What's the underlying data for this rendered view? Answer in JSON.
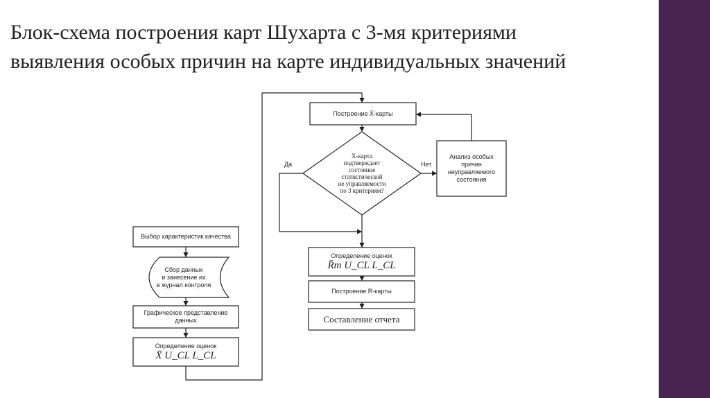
{
  "title": {
    "line1": "Блок-схема построения карт Шухарта с 3-мя критериями",
    "line2": "выявления особых причин на карте индивидуальных значений"
  },
  "flowchart": {
    "left": {
      "select": "Выбор характеристик качества",
      "collect": [
        "Сбор данных",
        "и занесение их",
        "в журнал контроля"
      ],
      "graph": [
        "Графическое представление",
        "данных"
      ],
      "estimate_label": "Определение оценок",
      "estimate_formula": "X̄  U_CL  L_CL"
    },
    "right": {
      "build_x": "Построение X̄-карты",
      "decision": [
        "X-карта",
        "подтверждает",
        "состояние",
        "статистической",
        "не управляемости",
        "по 3 критериям?"
      ],
      "yes": "Да",
      "no": "Нет",
      "analysis": [
        "Анализ особых",
        "причин",
        "неуправляемого",
        "состояния"
      ],
      "estimate_label": "Определение оценок",
      "estimate_formula": "R̄m  U_CL  L_CL",
      "build_r": "Построение R-карты",
      "report": "Составление отчета"
    }
  },
  "colors": {
    "sidebar": "#4a2450"
  }
}
